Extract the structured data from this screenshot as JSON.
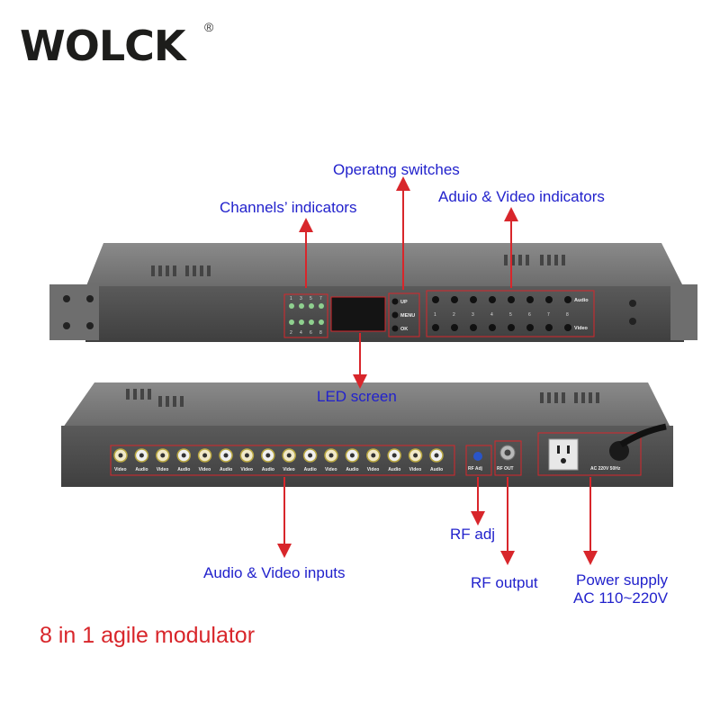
{
  "logo": {
    "text": "WOLCK",
    "mark": "®"
  },
  "callouts": {
    "operating_switches": "Operatng switches",
    "channels_indicators": "Channels’ indicators",
    "av_indicators": "Aduio & Video indicators",
    "led_screen": "LED screen",
    "rf_adj": "RF adj",
    "av_inputs": "Audio & Video inputs",
    "rf_output": "RF output",
    "power_supply_line1": "Power supply",
    "power_supply_line2": "AC 110~220V"
  },
  "caption": "8 in 1 agile modulator",
  "front_panel": {
    "channel_numbers_top": [
      "1",
      "3",
      "5",
      "7"
    ],
    "channel_numbers_bottom": [
      "2",
      "4",
      "6",
      "8"
    ],
    "buttons": [
      "UP",
      "MENU",
      "OK"
    ],
    "av_numbers": [
      "1",
      "2",
      "3",
      "4",
      "5",
      "6",
      "7",
      "8"
    ],
    "av_row_labels": [
      "Audio",
      "Video"
    ]
  },
  "rear_panel": {
    "input_labels": [
      "Video",
      "Audio",
      "Video",
      "Audio",
      "Video",
      "Audio",
      "Video",
      "Audio",
      "Video",
      "Audio",
      "Video",
      "Audio",
      "Video",
      "Audio",
      "Video",
      "Audio"
    ],
    "rf_adj_label": "RF Adj",
    "rf_out_label": "RF OUT",
    "power_label": "AC 220V 50Hz"
  },
  "colors": {
    "callout_text": "#2222cc",
    "arrow": "#d8262b",
    "caption": "#d8262b"
  }
}
